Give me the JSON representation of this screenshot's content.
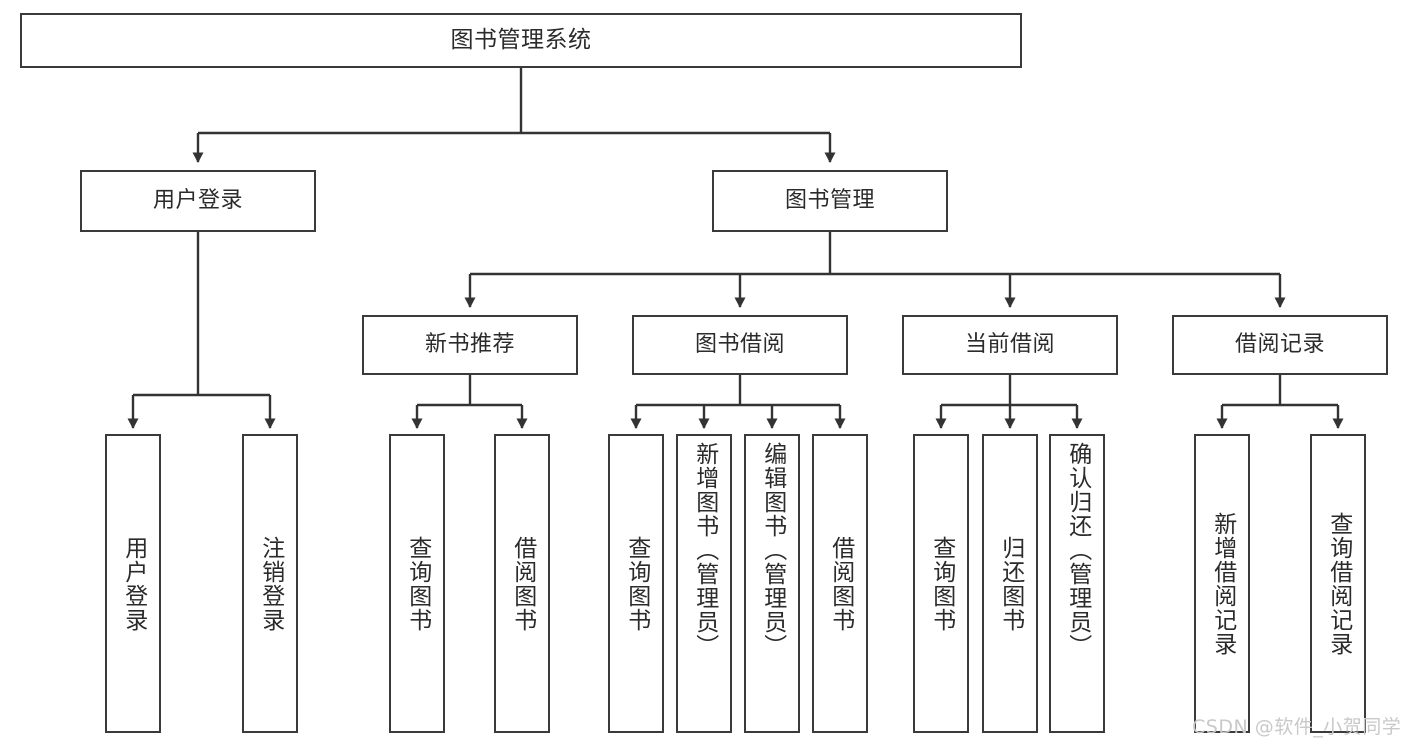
{
  "diagram": {
    "title": "图书管理系统",
    "type": "hierarchy-tree",
    "watermark": "CSDN @软件_小贺同学",
    "colors": {
      "box_border": "#3a3a3a",
      "box_fill": "#ffffff",
      "text": "#2b2b2b",
      "edge": "#333333",
      "watermark": "#c9c9c9",
      "background": "#ffffff"
    },
    "levels": {
      "root_label": "图书管理系统",
      "level1_labels": [
        "用户登录",
        "图书管理"
      ],
      "level2_labels": [
        "新书推荐",
        "图书借阅",
        "当前借阅",
        "借阅记录"
      ],
      "leaf_labels": [
        "用户登录",
        "注销登录",
        "查询图书",
        "借阅图书",
        "查询图书",
        "新增图书（管理员）",
        "编辑图书（管理员）",
        "借阅图书",
        "查询图书",
        "归还图书",
        "确认归还（管理员）",
        "新增借阅记录",
        "查询借阅记录"
      ]
    },
    "nodes": {
      "root": {
        "label": "图书管理系统"
      },
      "user_login": {
        "label": "用户登录"
      },
      "book_manage": {
        "label": "图书管理"
      },
      "new_book_rec": {
        "label": "新书推荐"
      },
      "book_borrow": {
        "label": "图书借阅"
      },
      "current_borrow": {
        "label": "当前借阅"
      },
      "borrow_record": {
        "label": "借阅记录"
      },
      "leaf_user_login": {
        "label": "用户登录"
      },
      "leaf_user_logout": {
        "label": "注销登录"
      },
      "leaf_rec_query": {
        "label": "查询图书"
      },
      "leaf_rec_borrow": {
        "label": "借阅图书"
      },
      "leaf_bb_query": {
        "label": "查询图书"
      },
      "leaf_bb_add": {
        "label": "新增图书（管理员）"
      },
      "leaf_bb_edit": {
        "label": "编辑图书（管理员）"
      },
      "leaf_bb_borrow": {
        "label": "借阅图书"
      },
      "leaf_cb_query": {
        "label": "查询图书"
      },
      "leaf_cb_return": {
        "label": "归还图书"
      },
      "leaf_cb_confirm": {
        "label": "确认归还（管理员）"
      },
      "leaf_br_add": {
        "label": "新增借阅记录"
      },
      "leaf_br_query": {
        "label": "查询借阅记录"
      }
    }
  }
}
